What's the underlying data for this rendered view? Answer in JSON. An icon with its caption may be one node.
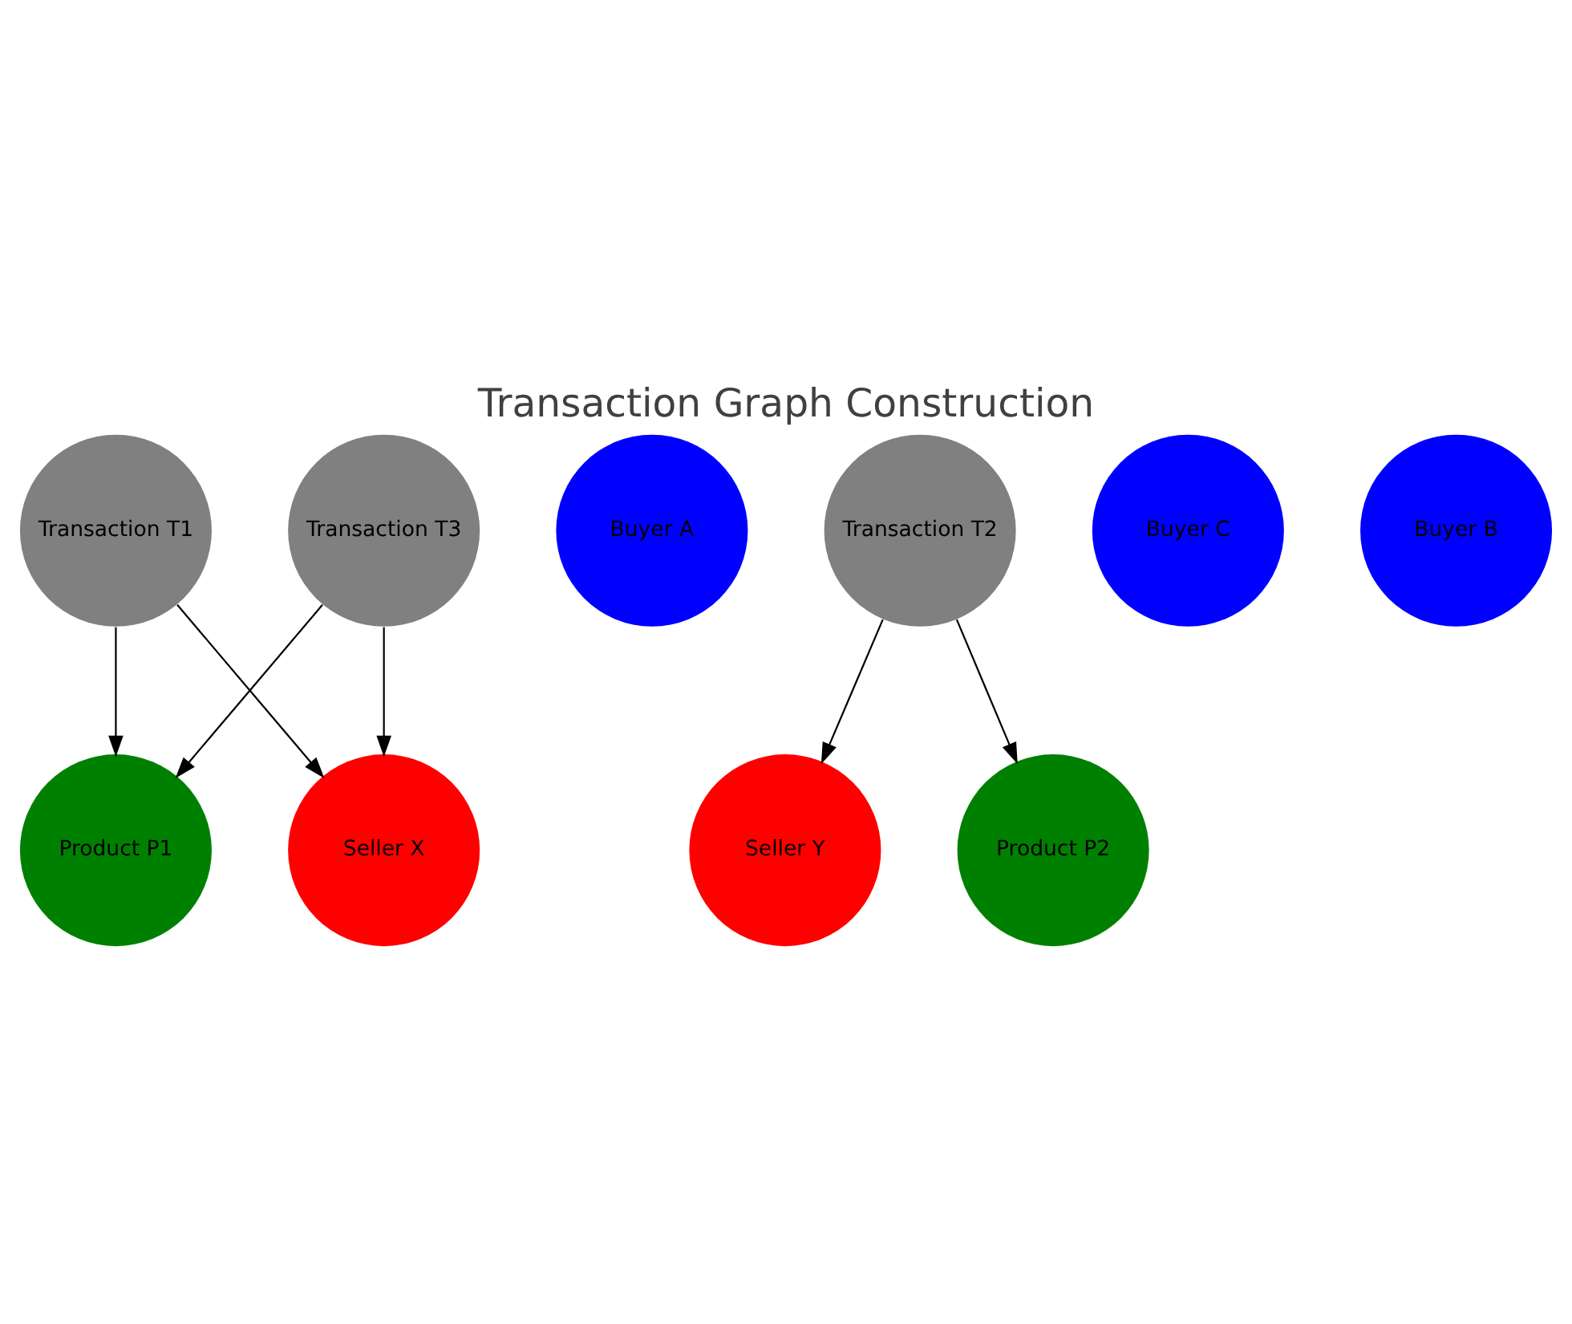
{
  "diagram": {
    "title": "Transaction Graph Construction",
    "nodes": [
      {
        "text": [
          "Product P1"
        ]
      },
      {
        "text": [
          "Buyer A"
        ]
      },
      {
        "text": [
          "Seller Y"
        ]
      },
      {
        "text": [
          "Transaction T1"
        ]
      },
      {
        "text": [
          "Transaction T3"
        ]
      },
      {
        "text": [
          "Buyer C"
        ]
      },
      {
        "text": [
          "Seller X"
        ]
      },
      {
        "text": [
          "Transaction T2"
        ]
      },
      {
        "text": [
          "Buyer B"
        ]
      },
      {
        "text": [
          "Product P2"
        ]
      }
    ],
    "edges": [
      {
        "from": 3,
        "to": 0,
        "arrow": "to"
      },
      {
        "from": 4,
        "to": 0,
        "arrow": "to"
      },
      {
        "from": 3,
        "to": 6,
        "arrow": "to"
      },
      {
        "from": 4,
        "to": 6,
        "arrow": "to"
      },
      {
        "from": 7,
        "to": 2,
        "arrow": "to"
      },
      {
        "from": 7,
        "to": 9,
        "arrow": "to"
      }
    ]
  }
}
